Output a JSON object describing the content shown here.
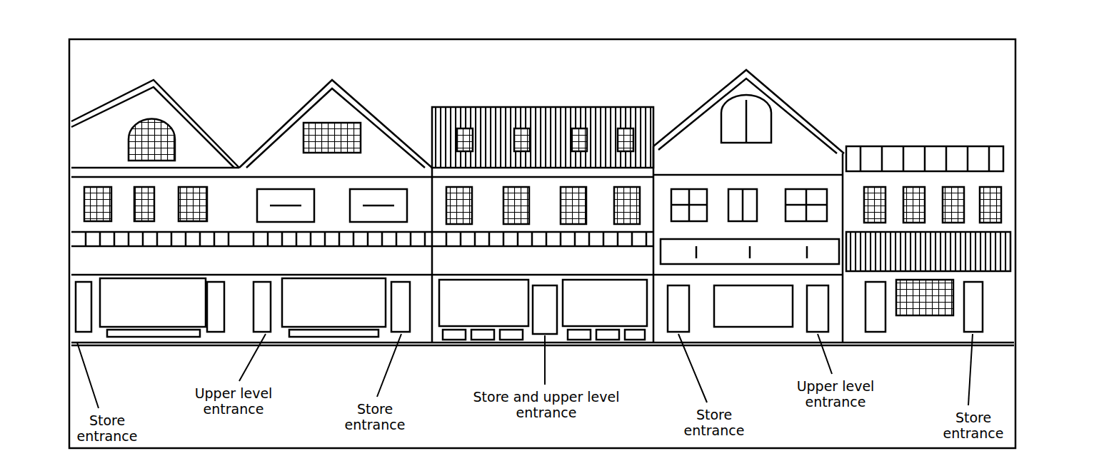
{
  "diagram": {
    "labels": [
      "Store entrance",
      "Upper level entrance",
      "Store entrance",
      "Store and upper level entrance",
      "Store entrance",
      "Upper level entrance",
      "Store entrance"
    ]
  }
}
